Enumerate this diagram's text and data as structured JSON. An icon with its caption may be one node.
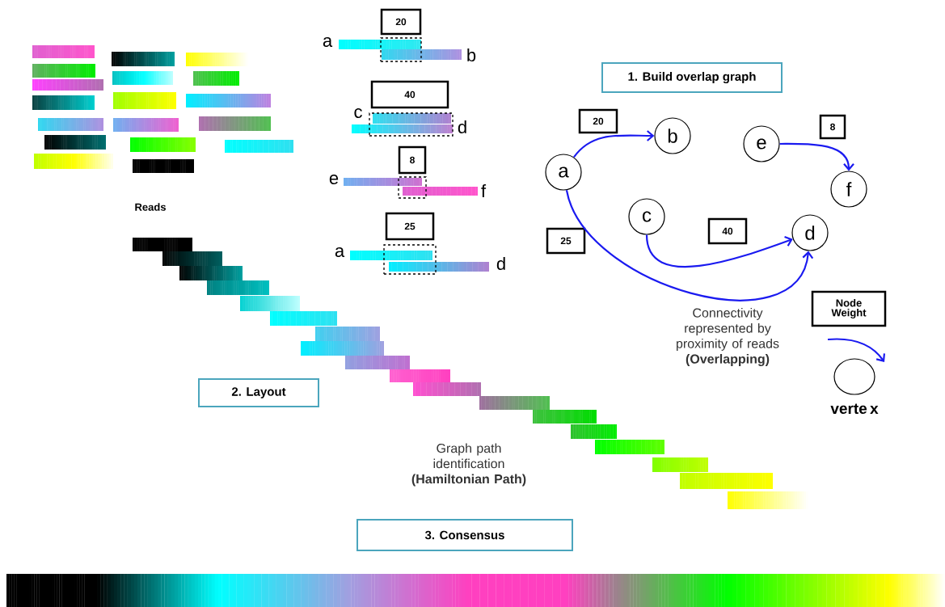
{
  "diagram": {
    "nodes": [
      {
        "text": [
          "20"
        ]
      },
      {
        "text": [
          "40"
        ]
      },
      {
        "text": [
          "1. Build overlap graph"
        ]
      },
      {
        "text": [
          "20"
        ]
      },
      {
        "text": [
          "b"
        ]
      },
      {
        "text": [
          "e"
        ]
      },
      {
        "text": [
          "8"
        ]
      },
      {
        "text": [
          "a"
        ]
      },
      {
        "text": [
          "8"
        ]
      },
      {
        "text": [
          "f"
        ]
      },
      {
        "text": [
          "c"
        ]
      },
      {
        "text": [
          "40"
        ]
      },
      {
        "text": [
          "d"
        ]
      },
      {
        "text": [
          "25"
        ]
      },
      {
        "text": [
          "25"
        ]
      },
      {
        "text": [
          "Node Weight"
        ]
      },
      {
        "text": [],
        "shape": "circle",
        "beside": [
          "verte x"
        ]
      },
      {
        "text": [
          "2. Layout"
        ]
      },
      {
        "text": [
          "3. Consensus"
        ]
      },
      {
        "text": [],
        "shape": "box"
      },
      {
        "text": [],
        "shape": "box"
      },
      {
        "text": [],
        "shape": "box"
      },
      {
        "text": [],
        "shape": "box"
      }
    ],
    "edges": [
      {
        "from": 7,
        "to": 4,
        "arrow": "to"
      },
      {
        "from": 5,
        "to": 9,
        "arrow": "to"
      },
      {
        "from": 10,
        "to": 12,
        "arrow": "to"
      },
      {
        "from": 7,
        "to": 12,
        "arrow": "to"
      }
    ],
    "labels": [
      "a",
      "b",
      "c",
      "d",
      "e",
      "f",
      "Reads",
      "a",
      "d",
      "Connectivity represented by proximity of reads **(Overlapping)**",
      "Graph path identification **(Hamiltonian Path)**"
    ]
  }
}
